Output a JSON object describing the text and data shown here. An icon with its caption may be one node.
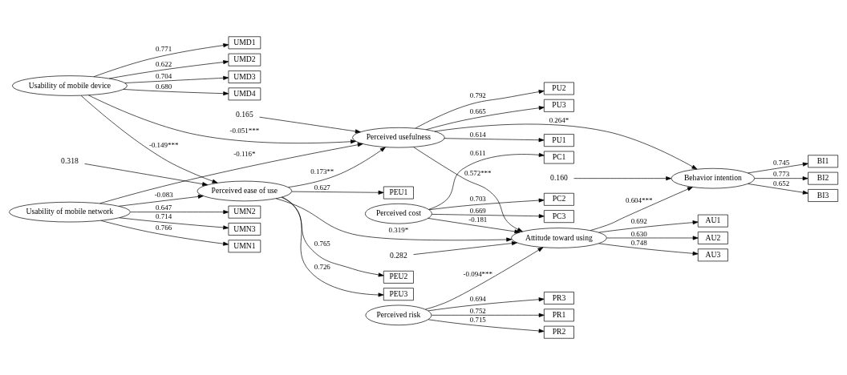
{
  "diagram": {
    "nodes": [
      {
        "text": [
          "UMD1"
        ]
      },
      {
        "text": [
          "UMD2"
        ]
      },
      {
        "text": [
          "UMD3"
        ]
      },
      {
        "text": [
          "UMD4"
        ]
      },
      {
        "text": [
          "UMN1"
        ]
      },
      {
        "text": [
          "UMN2"
        ]
      },
      {
        "text": [
          "UMN3"
        ]
      },
      {
        "text": [
          "Usability of mobile device"
        ]
      },
      {
        "text": [
          "0.165"
        ]
      },
      {
        "text": [
          "PU1"
        ]
      },
      {
        "text": [
          "Usability of mobile network"
        ]
      },
      {
        "text": [
          "Perceived usefulness"
        ]
      },
      {
        "text": [
          "PU2"
        ]
      },
      {
        "text": [
          "PU3"
        ]
      },
      {
        "text": [
          "0.282"
        ]
      },
      {
        "text": [
          "AU1"
        ]
      },
      {
        "text": [
          "Attitude toward using"
        ]
      },
      {
        "text": [
          "AU2"
        ]
      },
      {
        "text": [
          "PEU1"
        ]
      },
      {
        "text": [
          "AU3"
        ]
      },
      {
        "text": [
          "PEU2"
        ]
      },
      {
        "text": [
          "Perceived ease of use"
        ]
      },
      {
        "text": [
          "BI1"
        ]
      },
      {
        "text": [
          "PEU3"
        ]
      },
      {
        "text": [
          "Behavior intention"
        ]
      },
      {
        "text": [
          "BI2"
        ]
      },
      {
        "text": [
          "Perceived cost"
        ]
      },
      {
        "text": [
          "Perceived risk"
        ]
      },
      {
        "text": [
          "0.318"
        ]
      },
      {
        "text": [
          "BI3"
        ]
      },
      {
        "text": [
          "0.160"
        ]
      },
      {
        "text": [
          "PC1"
        ]
      },
      {
        "text": [
          "PC2"
        ]
      },
      {
        "text": [
          "PC3"
        ]
      },
      {
        "text": [
          "PR1"
        ]
      },
      {
        "text": [
          "PR2"
        ]
      },
      {
        "text": [
          "PR3"
        ]
      }
    ],
    "edges": [
      {
        "from": 7,
        "to": 0,
        "arrow": "to",
        "label": "0.771"
      },
      {
        "from": 7,
        "to": 1,
        "arrow": "to",
        "label": "0.622"
      },
      {
        "from": 7,
        "to": 2,
        "arrow": "to",
        "label": "0.704"
      },
      {
        "from": 7,
        "to": 3,
        "arrow": "to",
        "label": "0.680"
      },
      {
        "from": 10,
        "to": 4,
        "arrow": "to",
        "label": "0.766"
      },
      {
        "from": 10,
        "to": 5,
        "arrow": "to",
        "label": "0.647"
      },
      {
        "from": 10,
        "to": 6,
        "arrow": "to",
        "label": "0.714"
      },
      {
        "from": 8,
        "to": 11,
        "arrow": "to"
      },
      {
        "from": 11,
        "to": 9,
        "arrow": "to",
        "label": "0.614"
      },
      {
        "from": 11,
        "to": 12,
        "arrow": "to",
        "label": "0.792"
      },
      {
        "from": 11,
        "to": 13,
        "arrow": "to",
        "label": "0.665"
      },
      {
        "from": 7,
        "to": 11,
        "arrow": "to",
        "label": "-0.051***"
      },
      {
        "from": 7,
        "to": 21,
        "arrow": "to",
        "label": "-0.149***"
      },
      {
        "from": 10,
        "to": 11,
        "arrow": "to",
        "label": "-0.116*"
      },
      {
        "from": 10,
        "to": 21,
        "arrow": "to",
        "label": "-0.083"
      },
      {
        "from": 21,
        "to": 11,
        "arrow": "to",
        "label": "0.173**"
      },
      {
        "from": 11,
        "to": 16,
        "arrow": "to",
        "label": "0.572***"
      },
      {
        "from": 11,
        "to": 24,
        "arrow": "to",
        "label": "0.264*"
      },
      {
        "from": 21,
        "to": 16,
        "arrow": "to",
        "label": "0.319*"
      },
      {
        "from": 26,
        "to": 16,
        "arrow": "to",
        "label": "-0.181"
      },
      {
        "from": 27,
        "to": 16,
        "arrow": "to",
        "label": "-0.094***"
      },
      {
        "from": 14,
        "to": 16,
        "arrow": "to"
      },
      {
        "from": 16,
        "to": 15,
        "arrow": "to",
        "label": "0.692"
      },
      {
        "from": 16,
        "to": 17,
        "arrow": "to",
        "label": "0.630"
      },
      {
        "from": 16,
        "to": 19,
        "arrow": "to",
        "label": "0.748"
      },
      {
        "from": 16,
        "to": 24,
        "arrow": "to",
        "label": "0.604***"
      },
      {
        "from": 21,
        "to": 18,
        "arrow": "to",
        "label": "0.627"
      },
      {
        "from": 21,
        "to": 20,
        "arrow": "to",
        "label": "0.765"
      },
      {
        "from": 21,
        "to": 23,
        "arrow": "to",
        "label": "0.726"
      },
      {
        "from": 28,
        "to": 21,
        "arrow": "to"
      },
      {
        "from": 24,
        "to": 22,
        "arrow": "to",
        "label": "0.745"
      },
      {
        "from": 24,
        "to": 25,
        "arrow": "to",
        "label": "0.773"
      },
      {
        "from": 24,
        "to": 29,
        "arrow": "to",
        "label": "0.652"
      },
      {
        "from": 30,
        "to": 24,
        "arrow": "to"
      },
      {
        "from": 26,
        "to": 31,
        "arrow": "to",
        "label": "0.611"
      },
      {
        "from": 26,
        "to": 32,
        "arrow": "to",
        "label": "0.703"
      },
      {
        "from": 26,
        "to": 33,
        "arrow": "to",
        "label": "0.669"
      },
      {
        "from": 27,
        "to": 34,
        "arrow": "to",
        "label": "0.752"
      },
      {
        "from": 27,
        "to": 35,
        "arrow": "to",
        "label": "0.715"
      },
      {
        "from": 27,
        "to": 36,
        "arrow": "to",
        "label": "0.694"
      }
    ]
  }
}
